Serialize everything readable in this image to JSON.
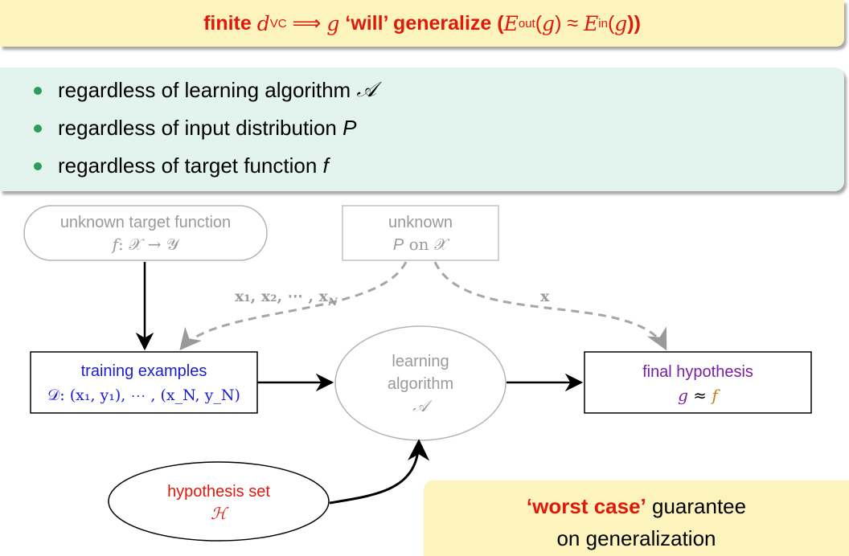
{
  "banner": {
    "w1": "finite",
    "d": "d",
    "dsub": "VC",
    "implies": "⟹",
    "g": "g",
    "w2": "‘will’ generalize (",
    "E1": "E",
    "E1sub": "out",
    "p1": "(",
    "g2": "g",
    "p2": ") ≈ ",
    "E2": "E",
    "E2sub": "in",
    "p3": "(",
    "g3": "g",
    "p4": "))"
  },
  "bullets": [
    {
      "text": "regardless of learning algorithm ",
      "sym": "𝒜"
    },
    {
      "text": "regardless of input distribution ",
      "sym": "P"
    },
    {
      "text": "regardless of target function ",
      "sym": "f"
    }
  ],
  "diagram": {
    "target_line1": "unknown target function",
    "target_f": "f",
    "target_map": ": 𝒳 → 𝒴",
    "dist_line1": "unknown",
    "dist_p": "P",
    "dist_on": " on 𝒳",
    "samples_label": "x₁, x₂, ⋯ , x",
    "samples_sub": "N",
    "x_label": "x",
    "train_line1": "training examples",
    "train_line2": "𝒟: (x₁, y₁), ⋯ , (x_N, y_N)",
    "algo_line1": "learning",
    "algo_line2": "algorithm",
    "algo_sym": "𝒜",
    "final_line1": "final hypothesis",
    "final_g": "g",
    "final_approx": " ≈ ",
    "final_f": "f",
    "hyp_line1": "hypothesis set",
    "hyp_sym": "ℋ"
  },
  "note": {
    "em": "‘worst case’",
    "rest1": " guarantee",
    "line2": "on generalization"
  },
  "colors": {
    "red": "#e0190b",
    "blue": "#1b1bd6",
    "purple": "#7a1fa2",
    "orange": "#c97a12",
    "gray": "#9a9a9a",
    "green_dot": "#2a9d5b"
  }
}
